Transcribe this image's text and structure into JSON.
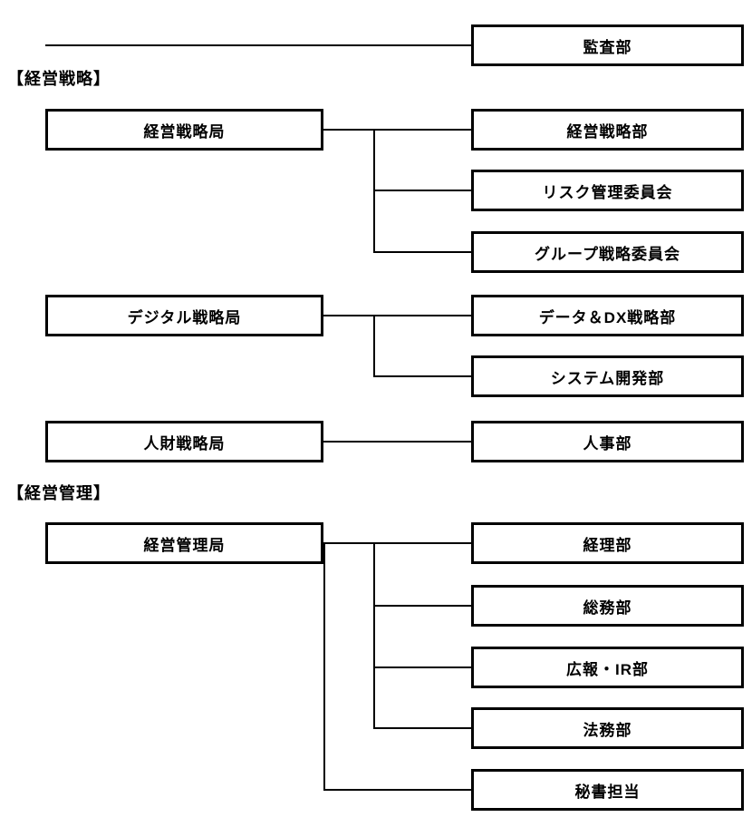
{
  "page": {
    "background_color": "#ffffff",
    "line_color": "#000000",
    "box_border_color": "#000000",
    "text_color": "#000000"
  },
  "org_chart": {
    "audit_box": "監査部",
    "sections": [
      {
        "heading": "【経営戦略】",
        "groups": [
          {
            "parent": "経営戦略局",
            "children": [
              "経営戦略部",
              "リスク管理委員会",
              "グループ戦略委員会"
            ]
          },
          {
            "parent": "デジタル戦略局",
            "children": [
              "データ＆DX戦略部",
              "システム開発部"
            ]
          },
          {
            "parent": "人財戦略局",
            "children": [
              "人事部"
            ]
          }
        ]
      },
      {
        "heading": "【経営管理】",
        "groups": [
          {
            "parent": "経営管理局",
            "children": [
              "経理部",
              "総務部",
              "広報・IR部",
              "法務部",
              "秘書担当"
            ]
          }
        ]
      }
    ]
  }
}
